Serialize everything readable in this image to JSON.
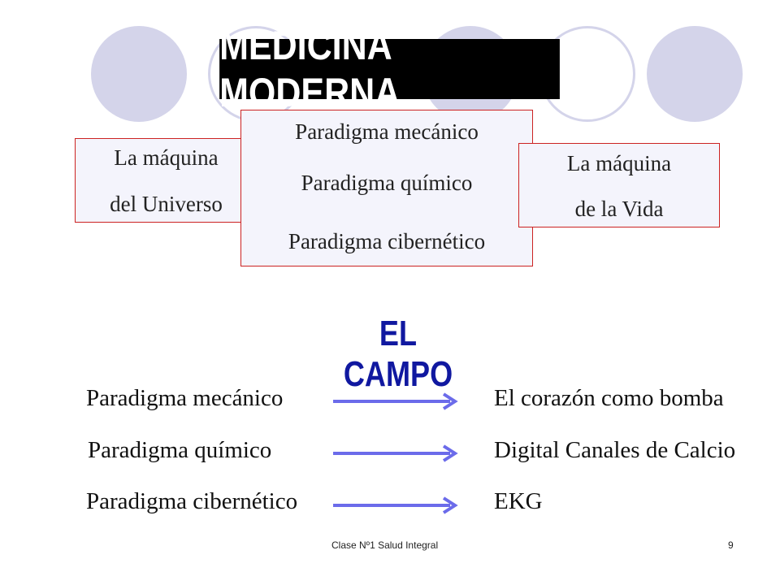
{
  "slide": {
    "title": "MEDICINA MODERNA",
    "left_box": {
      "line1": "La máquina",
      "line2": "del Universo"
    },
    "center_box": {
      "line1": "Paradigma mecánico",
      "line2": "Paradigma químico",
      "line3": "Paradigma cibernético"
    },
    "right_box": {
      "line1": "La máquina",
      "line2": "de la Vida"
    },
    "section_title": "EL CAMPO",
    "rows": [
      {
        "left": "Paradigma mecánico",
        "right": "El corazón como bomba"
      },
      {
        "left": "Paradigma químico",
        "right": "Digital Canales de Calcio"
      },
      {
        "left": "Paradigma cibernético",
        "right": "EKG"
      }
    ],
    "footer": "Clase Nº1 Salud Integral",
    "page_number": "9"
  },
  "colors": {
    "circle": "#d4d4ea",
    "title_bg": "#000000",
    "title_text": "#ffffff",
    "box_border": "#cc2222",
    "box_bg": "#f4f4fc",
    "section_title": "#1018a0",
    "arrow": "#6b6bea"
  }
}
